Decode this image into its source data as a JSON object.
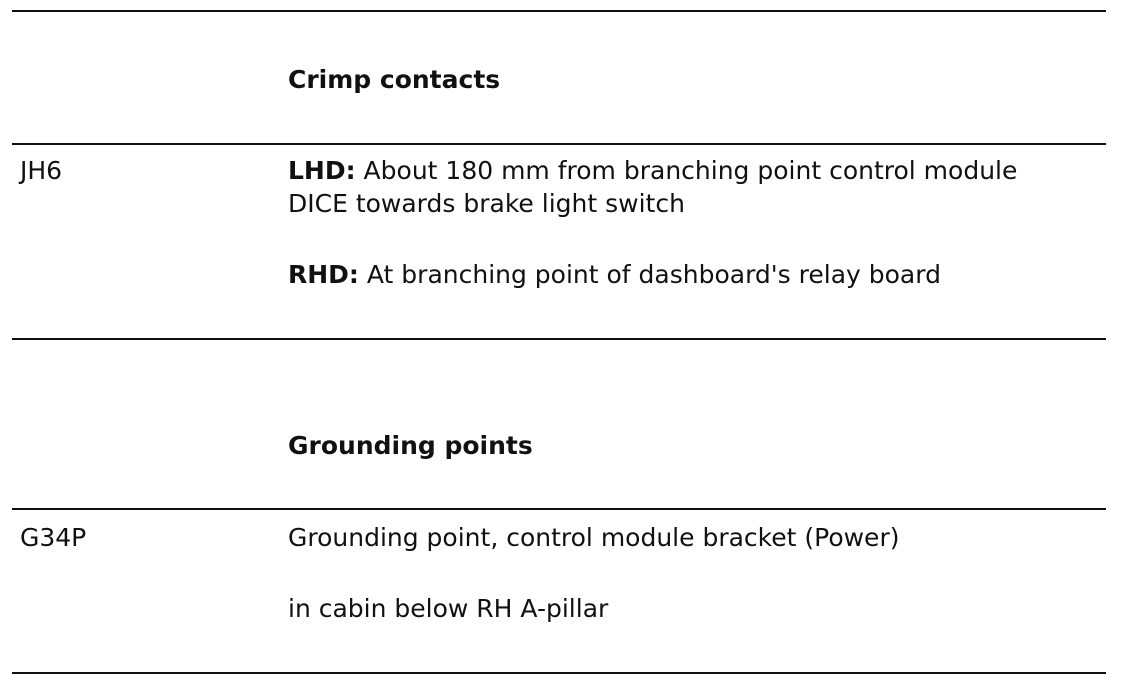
{
  "sections": [
    {
      "heading": "Crimp contacts",
      "rows": [
        {
          "code": "JH6",
          "lhd_label": "LHD:",
          "lhd_text_line1": " About 180 mm from branching point control module",
          "lhd_text_line2": "DICE towards brake light switch",
          "rhd_label": "RHD:",
          "rhd_text": " At branching point of dashboard's relay board"
        }
      ]
    },
    {
      "heading": "Grounding points",
      "rows": [
        {
          "code": "G34P",
          "description": "Grounding point, control module bracket (Power)",
          "location": "in cabin below RH A-pillar"
        }
      ]
    }
  ]
}
